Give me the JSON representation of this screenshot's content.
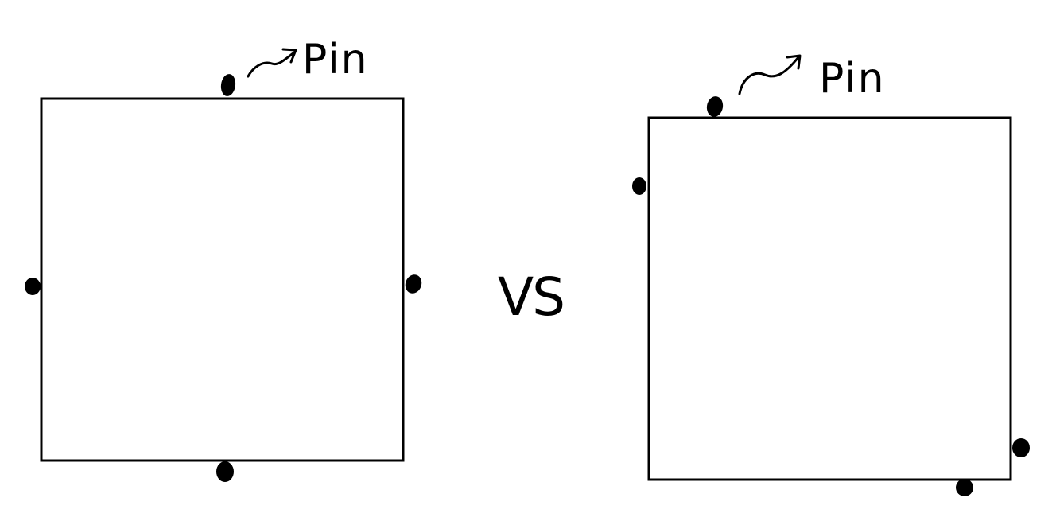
{
  "labels": {
    "pin_left": "Pin",
    "vs": "VS",
    "pin_right": "Pin"
  },
  "colors": {
    "ink": "#000000",
    "background": "#ffffff"
  }
}
